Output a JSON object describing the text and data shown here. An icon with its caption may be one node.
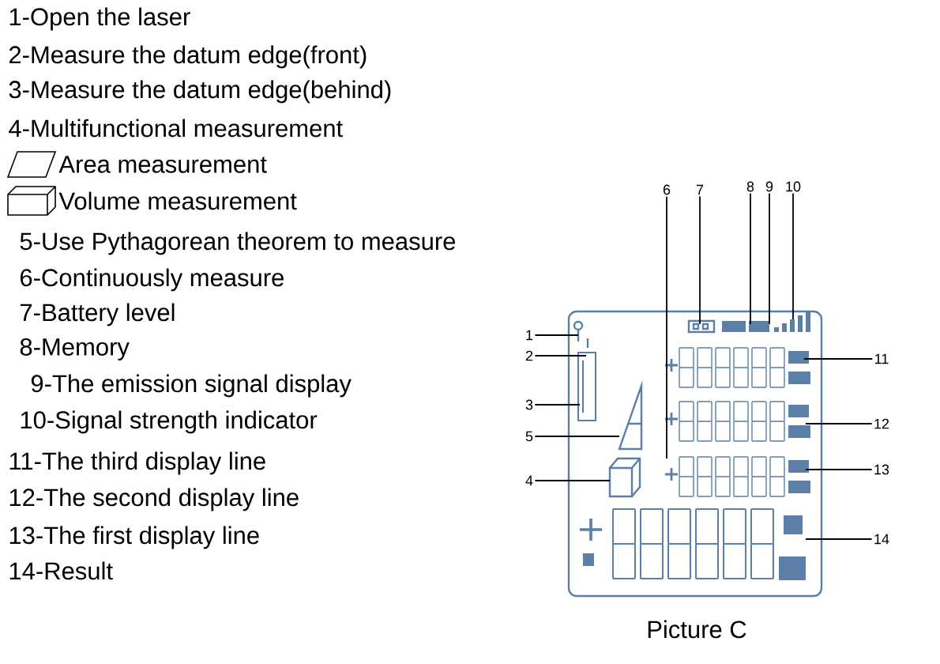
{
  "diagram": {
    "caption": "Picture C",
    "nodes": [
      {
        "text": [
          "6"
        ]
      },
      {
        "text": [
          "7"
        ]
      },
      {
        "text": [
          "8"
        ]
      },
      {
        "text": [
          "9"
        ]
      },
      {
        "text": [
          "10"
        ]
      },
      {
        "text": [
          "1"
        ]
      },
      {
        "text": [
          "2"
        ]
      },
      {
        "text": [
          "11"
        ]
      },
      {
        "text": [
          "3"
        ]
      },
      {
        "text": [
          "12"
        ]
      },
      {
        "text": [
          "5"
        ]
      },
      {
        "text": [
          "4"
        ]
      },
      {
        "text": [
          "13"
        ]
      },
      {
        "text": [
          "14"
        ]
      }
    ],
    "edges": [
      {
        "from": 0,
        "to": null,
        "arrow": "none"
      },
      {
        "from": 1,
        "to": null,
        "arrow": "none"
      },
      {
        "from": 2,
        "to": null,
        "arrow": "none"
      },
      {
        "from": 3,
        "to": null,
        "arrow": "none"
      },
      {
        "from": 4,
        "to": null,
        "arrow": "none"
      },
      {
        "from": 5,
        "to": null,
        "arrow": "none"
      },
      {
        "from": 6,
        "to": null,
        "arrow": "none"
      },
      {
        "from": 7,
        "to": null,
        "arrow": "none"
      },
      {
        "from": 8,
        "to": null,
        "arrow": "none"
      },
      {
        "from": 9,
        "to": null,
        "arrow": "none"
      },
      {
        "from": 10,
        "to": null,
        "arrow": "none"
      },
      {
        "from": 11,
        "to": null,
        "arrow": "none"
      },
      {
        "from": 12,
        "to": null,
        "arrow": "none"
      },
      {
        "from": 13,
        "to": null,
        "arrow": "none"
      }
    ],
    "labels": [
      "1-Open the laser",
      "2-Measure the datum edge(front)",
      "3-Measure the datum edge(behind)",
      "4-Multifunctional measurement",
      "Area measurement",
      "Volume measurement",
      "5-Use Pythagorean theorem to measure",
      "6-Continuously measure",
      "7-Battery level",
      "8-Memory",
      "9-The emission signal display",
      "10-Signal strength indicator",
      "11-The third display line",
      "12-The second display line",
      "13-The first display line",
      "14-Result"
    ]
  }
}
